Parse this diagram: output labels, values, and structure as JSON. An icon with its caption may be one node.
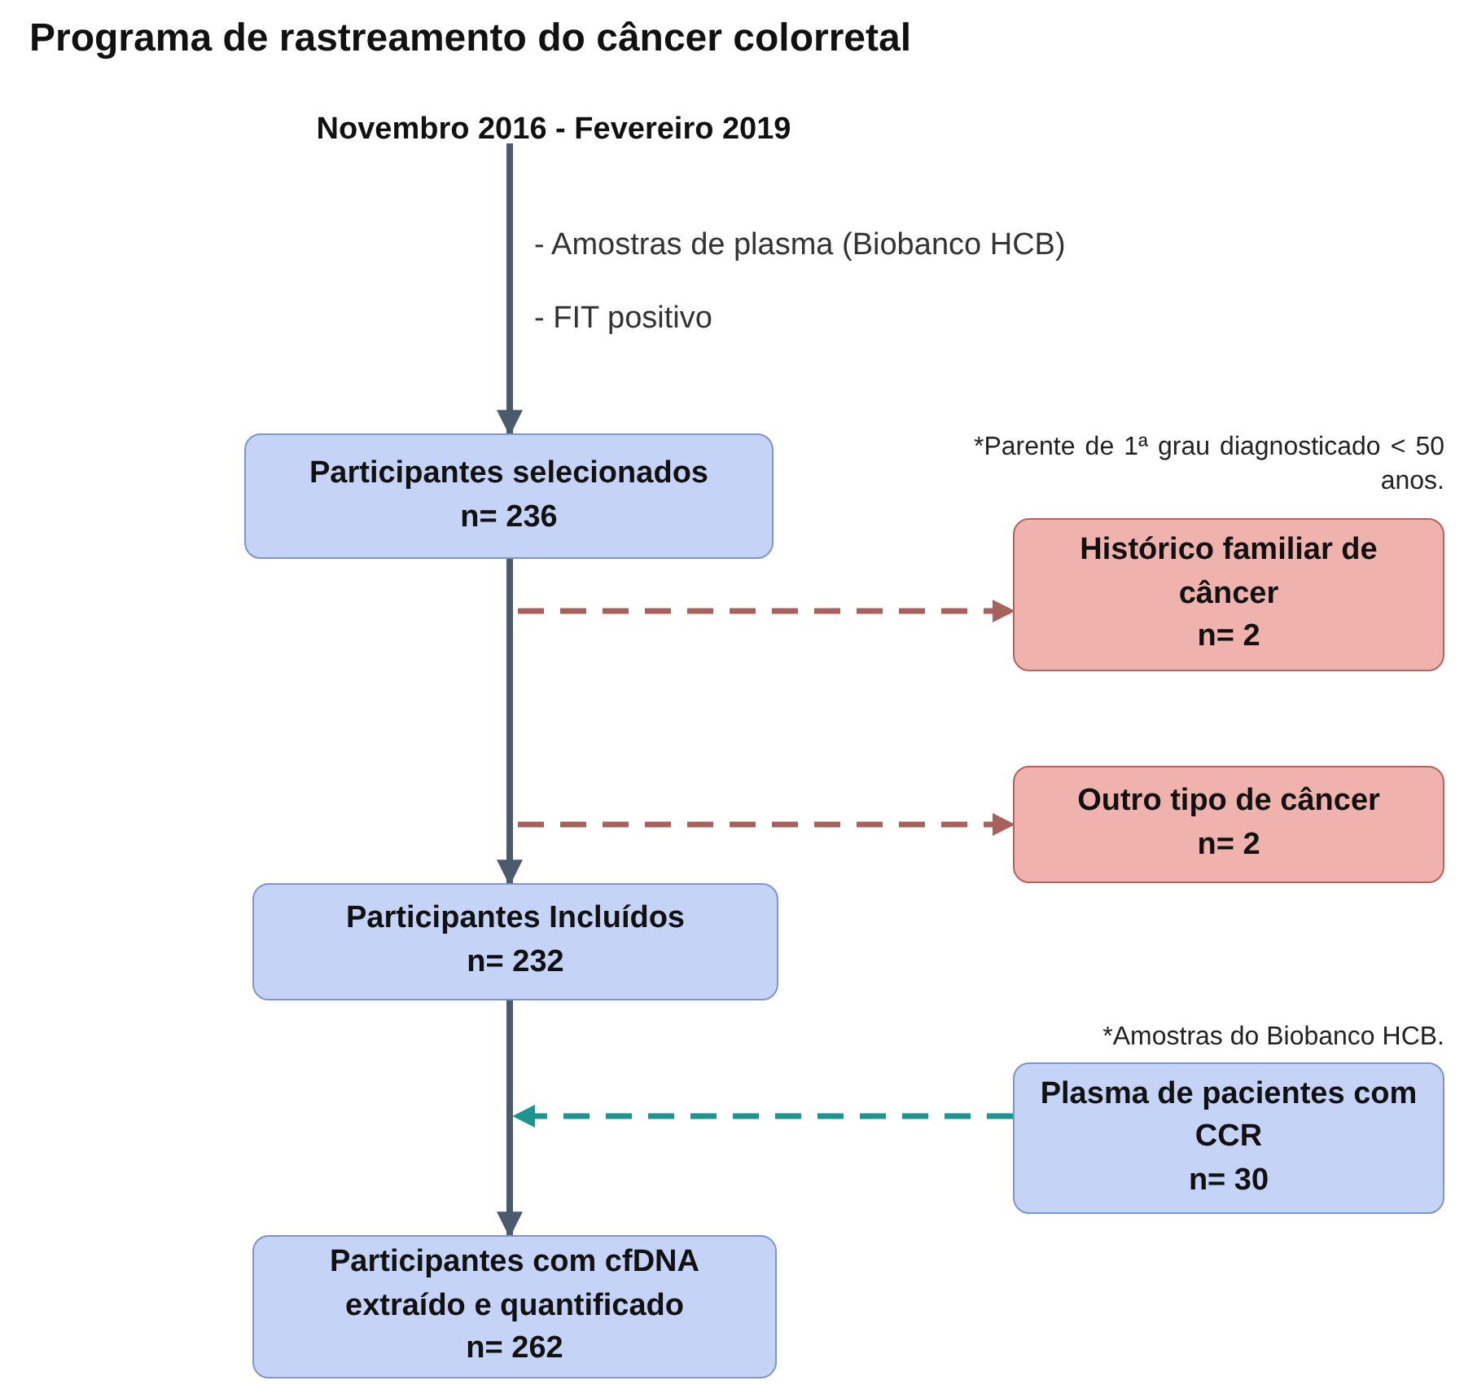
{
  "diagram": {
    "title": "Programa de rastreamento do câncer colorretal",
    "nodes": [
      {
        "text": [
          "Novembro 2016 - Fevereiro 2019"
        ]
      },
      {
        "text": [
          "Participantes selecionados",
          "n= 236"
        ]
      },
      {
        "text": [
          "Histórico familiar de câncer",
          "n= 2"
        ],
        "beside": [
          "*Parente de 1ª grau diagnosticado < 50 anos."
        ]
      },
      {
        "text": [
          "Outro tipo de câncer",
          "n= 2"
        ]
      },
      {
        "text": [
          "Participantes Incluídos",
          "n= 232"
        ]
      },
      {
        "text": [
          "Plasma de pacientes com CCR",
          "n= 30"
        ],
        "beside": [
          "*Amostras do Biobanco HCB."
        ]
      },
      {
        "text": [
          "Participantes com cfDNA extraído e quantificado",
          "n= 262"
        ]
      }
    ],
    "edges": [
      {
        "from": 0,
        "to": 1,
        "arrow": "to"
      },
      {
        "from": 1,
        "to": 4,
        "arrow": "to"
      },
      {
        "from": null,
        "to": 2,
        "arrow": "to",
        "style": "dashed",
        "color": "#a8625e"
      },
      {
        "from": null,
        "to": 3,
        "arrow": "to",
        "style": "dashed",
        "color": "#a8625e"
      },
      {
        "from": 4,
        "to": 6,
        "arrow": "to"
      },
      {
        "from": 5,
        "to": null,
        "arrow": "to",
        "style": "dashed",
        "color": "#1a9590"
      }
    ],
    "labels": [
      "- Amostras de plasma (Biobanco HCB)",
      "- FIT positivo"
    ]
  }
}
